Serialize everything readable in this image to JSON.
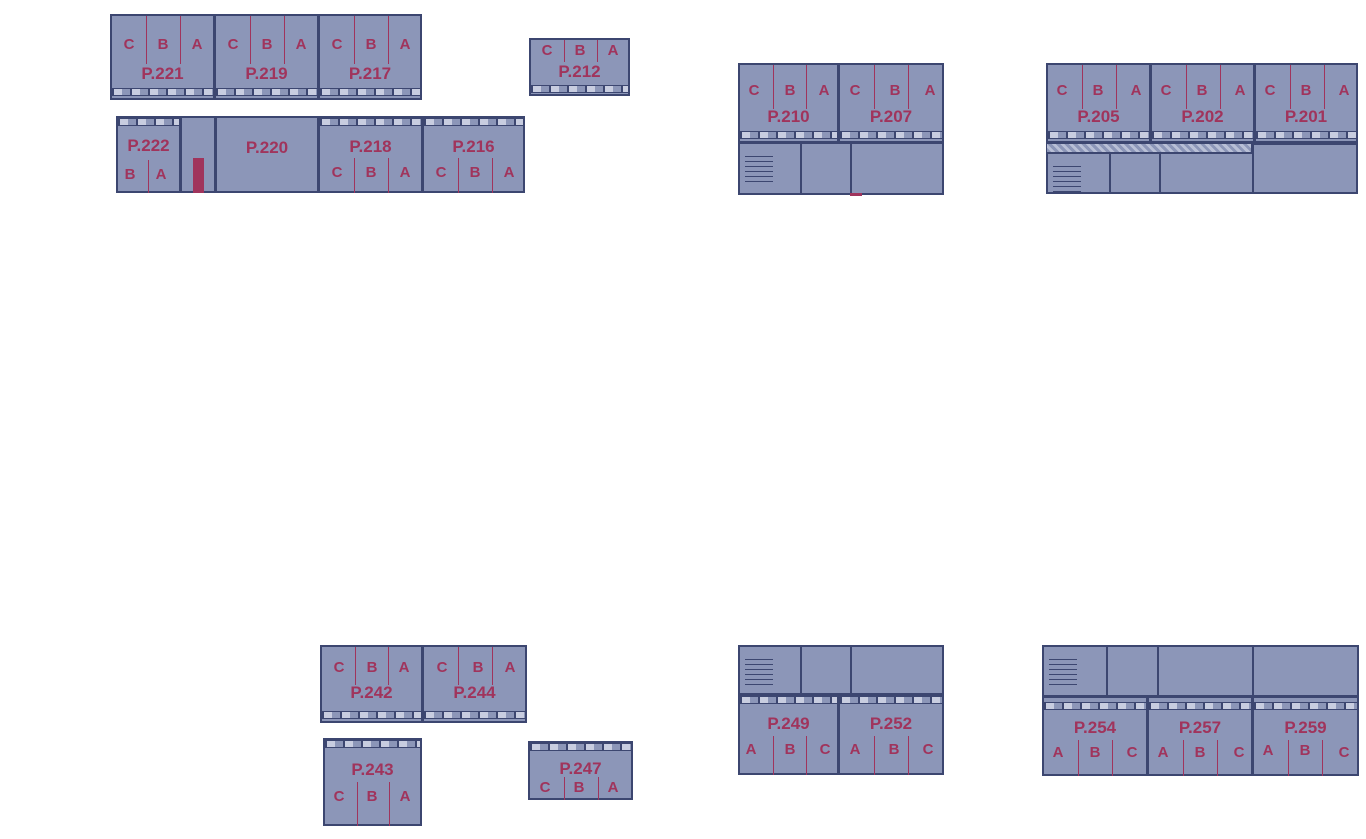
{
  "colors": {
    "room_fill": "#8c96b8",
    "wall": "#3c4670",
    "label": "#a0345c",
    "background": "#ffffff"
  },
  "rooms": {
    "p221": {
      "name": "P.221",
      "subs": [
        "C",
        "B",
        "A"
      ]
    },
    "p219": {
      "name": "P.219",
      "subs": [
        "C",
        "B",
        "A"
      ]
    },
    "p217": {
      "name": "P.217",
      "subs": [
        "C",
        "B",
        "A"
      ]
    },
    "p212": {
      "name": "P.212",
      "subs": [
        "C",
        "B",
        "A"
      ]
    },
    "p222": {
      "name": "P.222",
      "subs": [
        "B",
        "A"
      ]
    },
    "p220": {
      "name": "P.220",
      "subs": []
    },
    "p218": {
      "name": "P.218",
      "subs": [
        "C",
        "B",
        "A"
      ]
    },
    "p216": {
      "name": "P.216",
      "subs": [
        "C",
        "B",
        "A"
      ]
    },
    "p210": {
      "name": "P.210",
      "subs": [
        "C",
        "B",
        "A"
      ]
    },
    "p207": {
      "name": "P.207",
      "subs": [
        "C",
        "B",
        "A"
      ]
    },
    "p205": {
      "name": "P.205",
      "subs": [
        "C",
        "B",
        "A"
      ]
    },
    "p202": {
      "name": "P.202",
      "subs": [
        "C",
        "B",
        "A"
      ]
    },
    "p201": {
      "name": "P.201",
      "subs": [
        "C",
        "B",
        "A"
      ]
    },
    "p242": {
      "name": "P.242",
      "subs": [
        "C",
        "B",
        "A"
      ]
    },
    "p244": {
      "name": "P.244",
      "subs": [
        "C",
        "B",
        "A"
      ]
    },
    "p243": {
      "name": "P.243",
      "subs": [
        "C",
        "B",
        "A"
      ]
    },
    "p247": {
      "name": "P.247",
      "subs": [
        "C",
        "B",
        "A"
      ]
    },
    "p249": {
      "name": "P.249",
      "subs": [
        "A",
        "B",
        "C"
      ]
    },
    "p252": {
      "name": "P.252",
      "subs": [
        "A",
        "B",
        "C"
      ]
    },
    "p254": {
      "name": "P.254",
      "subs": [
        "A",
        "B",
        "C"
      ]
    },
    "p257": {
      "name": "P.257",
      "subs": [
        "A",
        "B",
        "C"
      ]
    },
    "p259": {
      "name": "P.259",
      "subs": [
        "A",
        "B",
        "C"
      ]
    }
  }
}
